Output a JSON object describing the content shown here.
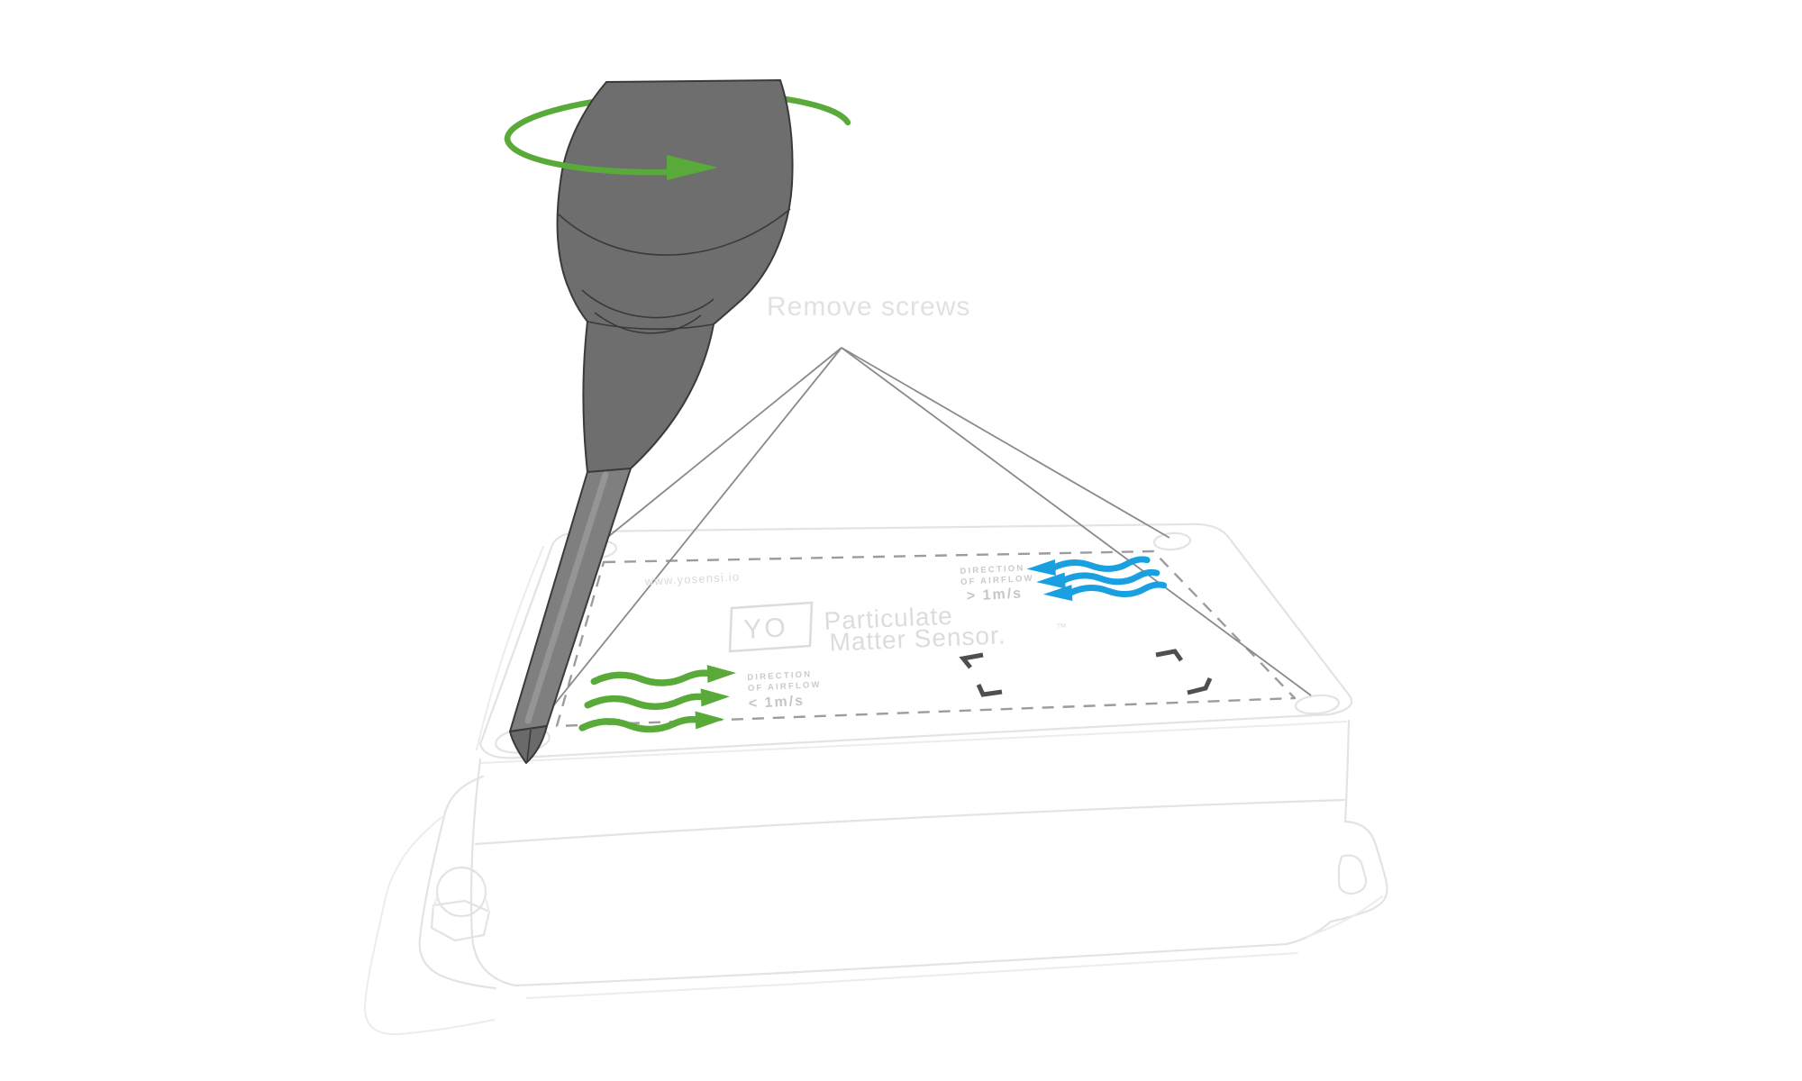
{
  "illustration": {
    "instruction": "Remove screws",
    "device": {
      "website": "www.yosensi.io",
      "logo": "YO",
      "product_line1": "Particulate",
      "product_line2": "Matter Sensor.",
      "trademark": "™"
    },
    "airflow_green": {
      "line1": "DIRECTION",
      "line2": "OF AIRFLOW",
      "line3": "< 1m/s"
    },
    "airflow_blue": {
      "line1": "DIRECTION",
      "line2": "OF AIRFLOW",
      "line3": "> 1m/s"
    },
    "colors": {
      "green": "#5aaa3a",
      "blue": "#1a9fe0",
      "handle_gray": "#6e6e6e",
      "shaft_gray": "#7f7f7f",
      "outline_gray": "#e3e3e3",
      "label_gray": "#dcdcdc",
      "leader_gray": "#8a8a8a"
    }
  }
}
